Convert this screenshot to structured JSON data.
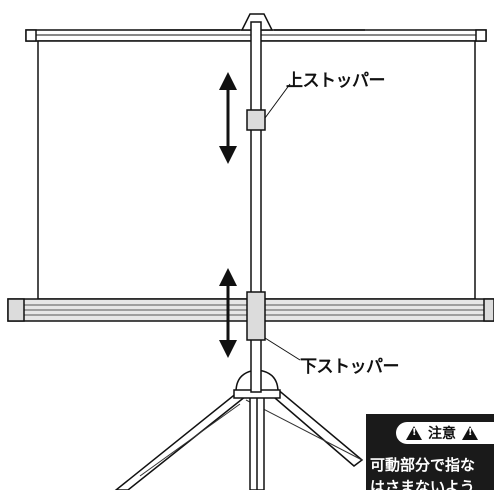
{
  "labels": {
    "upper_stopper": "上ストッパー",
    "lower_stopper": "下ストッパー"
  },
  "warning": {
    "title": "注意",
    "line1": "可動部分で指な",
    "line2": "はさまないよう"
  },
  "icons": {
    "arrow": "double-arrow-icon",
    "warning": "warning-triangle-icon"
  },
  "colors": {
    "line": "#111111",
    "screen_fill": "#ffffff",
    "tube_fill": "#e6e6e6",
    "warning_bg": "#1a1a1a"
  }
}
